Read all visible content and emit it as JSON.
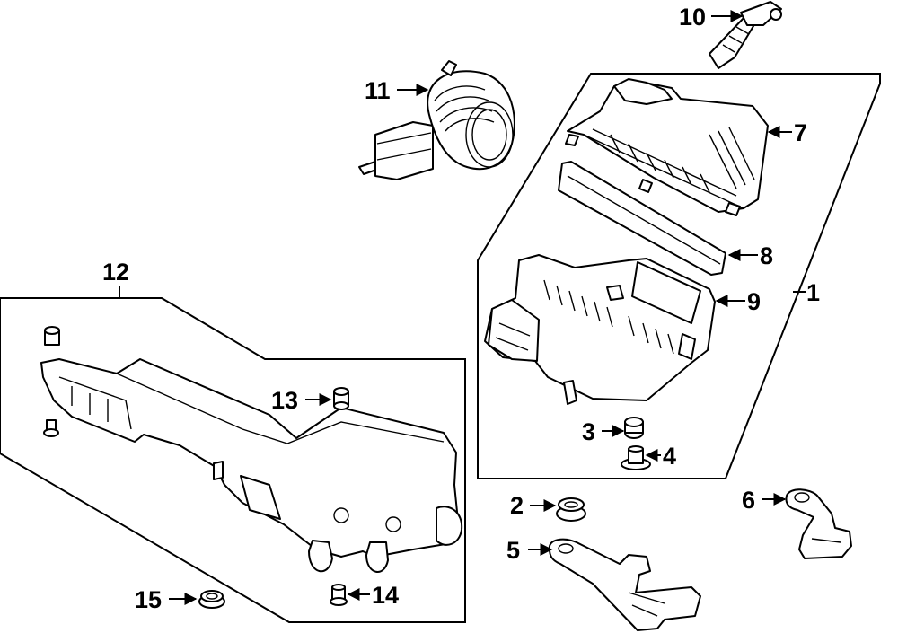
{
  "diagram": {
    "callouts": [
      {
        "id": "1",
        "label": "1"
      },
      {
        "id": "2",
        "label": "2"
      },
      {
        "id": "3",
        "label": "3"
      },
      {
        "id": "4",
        "label": "4"
      },
      {
        "id": "5",
        "label": "5"
      },
      {
        "id": "6",
        "label": "6"
      },
      {
        "id": "7",
        "label": "7"
      },
      {
        "id": "8",
        "label": "8"
      },
      {
        "id": "9",
        "label": "9"
      },
      {
        "id": "10",
        "label": "10"
      },
      {
        "id": "11",
        "label": "11"
      },
      {
        "id": "12",
        "label": "12"
      },
      {
        "id": "13",
        "label": "13"
      },
      {
        "id": "14",
        "label": "14"
      },
      {
        "id": "15",
        "label": "15"
      }
    ]
  }
}
